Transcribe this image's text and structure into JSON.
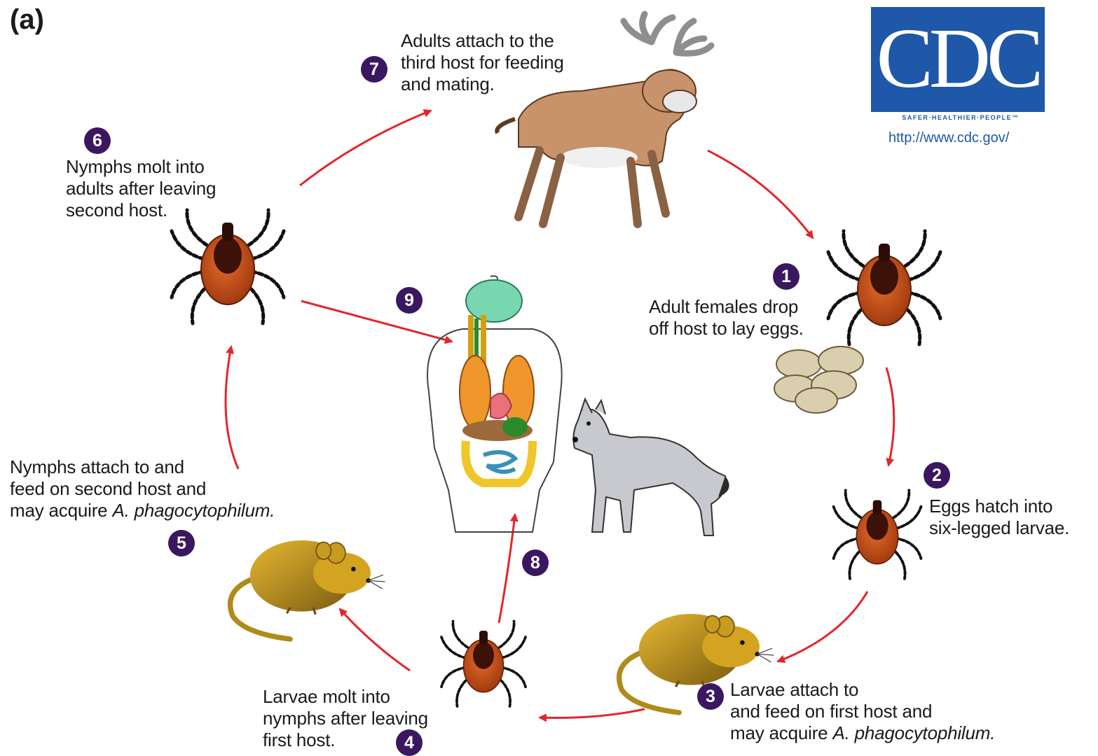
{
  "panel_label": "(a)",
  "logo": {
    "word": "CDC",
    "tagline": "SAFER·HEALTHIER·PEOPLE™",
    "url": "http://www.cdc.gov/",
    "color": "#1f58a8"
  },
  "colors": {
    "arrow": "#e3262b",
    "badge": "#3b1760"
  },
  "steps": [
    {
      "number": "1",
      "lines": [
        "Adult females drop",
        "off host to lay eggs."
      ]
    },
    {
      "number": "2",
      "lines": [
        "Eggs hatch into",
        "six-legged larvae."
      ]
    },
    {
      "number": "3",
      "lines": [
        "Larvae attach to",
        "and feed on first host and"
      ],
      "line3_prefix": "may acquire ",
      "line3_italic": "A. phagocytophilum."
    },
    {
      "number": "4",
      "lines": [
        "Larvae molt into",
        "nymphs after leaving",
        "first host."
      ]
    },
    {
      "number": "5",
      "lines": [
        "Nymphs attach to and",
        "feed on second host and"
      ],
      "line3_prefix": "may acquire ",
      "line3_italic": "A. phagocytophilum."
    },
    {
      "number": "6",
      "lines": [
        "Nymphs molt into",
        "adults after leaving",
        "second host."
      ]
    },
    {
      "number": "7",
      "lines": [
        "Adults attach to the",
        "third host for feeding",
        "and mating."
      ]
    },
    {
      "number": "8",
      "lines": []
    },
    {
      "number": "9",
      "lines": []
    }
  ],
  "icons": [
    "deer-icon",
    "adult-tick-icon",
    "eggs-icon",
    "larva-tick-icon",
    "mouse-icon",
    "nymph-tick-icon",
    "human-anatomy-icon",
    "dog-icon"
  ]
}
